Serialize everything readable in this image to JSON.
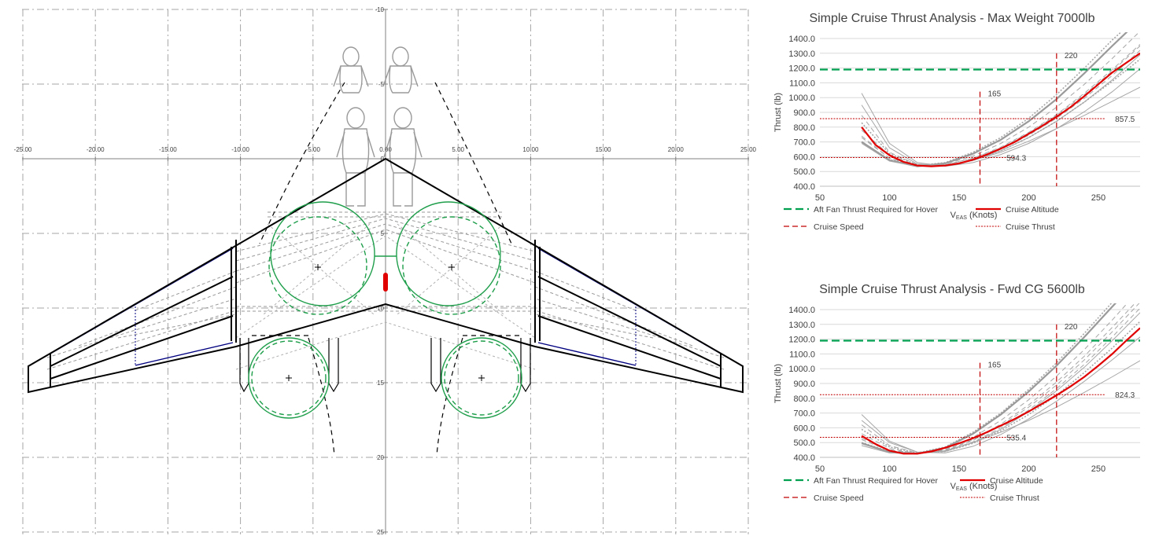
{
  "drawing": {
    "top_axis_ticks": [
      "-25.00",
      "-20.00",
      "-15.00",
      "-10.00",
      "-5.00",
      "0.00",
      "5.00",
      "10.00",
      "15.00",
      "20.00",
      "25.00"
    ],
    "center_axis_ticks": [
      "-10",
      "-5",
      "0",
      "5",
      "10",
      "15",
      "20",
      "25"
    ],
    "colors": {
      "structure": "#000000",
      "fan": "#1e9e4a",
      "hidden": "#9a9a9a",
      "grid": "#a6a6a6",
      "spar": "#000080",
      "nozzle": "#e00000"
    }
  },
  "chart_data": [
    {
      "type": "line",
      "title": "Simple Cruise Thrust Analysis - Max Weight 7000lb",
      "ylabel": "Thrust (lb)",
      "xlabel_main": "V",
      "xlabel_sub": "EAS",
      "xlabel_suffix": " (Knots)",
      "xlim": [
        50,
        280
      ],
      "ylim": [
        400,
        1400
      ],
      "xticks": [
        "50",
        "100",
        "150",
        "200",
        "250"
      ],
      "yticks": [
        "400.0",
        "500.0",
        "600.0",
        "700.0",
        "800.0",
        "900.0",
        "1000.0",
        "1100.0",
        "1200.0",
        "1300.0",
        "1400.0"
      ],
      "hover_thrust": 1190,
      "cruise_speeds": [
        {
          "x": 165,
          "label": "165"
        },
        {
          "x": 220,
          "label": "220"
        }
      ],
      "cruise_thrusts": [
        {
          "y": 594.3,
          "label": "594.3"
        },
        {
          "y": 857.5,
          "label": "857.5"
        }
      ],
      "cruise_altitude_curve": {
        "x": [
          80,
          90,
          100,
          110,
          120,
          130,
          140,
          150,
          160,
          170,
          180,
          190,
          200,
          210,
          220,
          230,
          240,
          250,
          260,
          270,
          280
        ],
        "y": [
          800,
          680,
          610,
          565,
          540,
          535,
          540,
          555,
          580,
          615,
          655,
          700,
          755,
          810,
          870,
          935,
          1010,
          1090,
          1170,
          1235,
          1300
        ]
      },
      "altitude_family": [
        {
          "style": "dotted",
          "x": [
            80,
            100,
            120,
            140,
            160,
            180,
            200,
            220,
            240,
            260,
            280
          ],
          "y": [
            700,
            580,
            540,
            560,
            630,
            730,
            860,
            1020,
            1200,
            1390,
            1560
          ]
        },
        {
          "style": "solid-thick",
          "x": [
            80,
            100,
            120,
            140,
            160,
            180,
            200,
            220,
            240,
            260,
            280
          ],
          "y": [
            700,
            575,
            535,
            555,
            620,
            715,
            840,
            990,
            1165,
            1350,
            1530
          ]
        },
        {
          "style": "dashed",
          "x": [
            80,
            100,
            120,
            140,
            160,
            180,
            200,
            220,
            240,
            260,
            280
          ],
          "y": [
            730,
            590,
            535,
            550,
            605,
            690,
            800,
            935,
            1090,
            1265,
            1450
          ]
        },
        {
          "style": "dashed",
          "x": [
            80,
            100,
            120,
            140,
            160,
            180,
            200,
            220,
            240,
            260,
            280
          ],
          "y": [
            780,
            610,
            540,
            545,
            590,
            660,
            760,
            880,
            1020,
            1180,
            1350
          ]
        },
        {
          "style": "solid",
          "x": [
            80,
            100,
            120,
            140,
            160,
            180,
            200,
            220,
            240,
            260,
            280
          ],
          "y": [
            950,
            660,
            550,
            540,
            575,
            640,
            730,
            840,
            970,
            1120,
            1290
          ]
        },
        {
          "style": "dashed",
          "x": [
            80,
            100,
            120,
            140,
            160,
            180,
            200,
            220,
            240,
            260,
            280
          ],
          "y": [
            880,
            630,
            545,
            540,
            580,
            650,
            745,
            860,
            995,
            1150,
            1320
          ]
        },
        {
          "style": "solid",
          "x": [
            80,
            100,
            120,
            140,
            160,
            180,
            200,
            220,
            240,
            260,
            280
          ],
          "y": [
            1030,
            690,
            560,
            535,
            560,
            615,
            690,
            790,
            905,
            1040,
            1195
          ]
        },
        {
          "style": "solid",
          "x": [
            80,
            100,
            120,
            140,
            160,
            180,
            200,
            220,
            240,
            260,
            280
          ],
          "y": [
            690,
            570,
            535,
            540,
            575,
            630,
            705,
            790,
            880,
            975,
            1070
          ]
        },
        {
          "style": "dotted",
          "x": [
            80,
            100,
            120,
            140,
            160,
            180,
            200,
            220,
            240,
            260,
            280
          ],
          "y": [
            830,
            620,
            545,
            540,
            575,
            640,
            730,
            840,
            970,
            1110,
            1260
          ]
        },
        {
          "style": "dashed",
          "x": [
            80,
            100,
            120,
            140,
            160,
            180,
            200,
            220,
            240,
            260,
            280
          ],
          "y": [
            740,
            590,
            540,
            545,
            590,
            665,
            765,
            885,
            1030,
            1190,
            1360
          ]
        }
      ],
      "legend": [
        {
          "key": "hover",
          "label": "Aft Fan Thrust Required for Hover"
        },
        {
          "key": "altitude",
          "label": "Cruise Altitude"
        },
        {
          "key": "speed",
          "label": "Cruise Speed"
        },
        {
          "key": "thrust",
          "label": "Cruise Thrust"
        }
      ]
    },
    {
      "type": "line",
      "title": "Simple Cruise Thrust Analysis - Fwd CG 5600lb",
      "ylabel": "Thrust (lb)",
      "xlabel_main": "V",
      "xlabel_sub": "EAS",
      "xlabel_suffix": " (Knots)",
      "xlim": [
        50,
        280
      ],
      "ylim": [
        400,
        1400
      ],
      "xticks": [
        "50",
        "100",
        "150",
        "200",
        "250"
      ],
      "yticks": [
        "400.0",
        "500.0",
        "600.0",
        "700.0",
        "800.0",
        "900.0",
        "1000.0",
        "1100.0",
        "1200.0",
        "1300.0",
        "1400.0"
      ],
      "hover_thrust": 1190,
      "cruise_speeds": [
        {
          "x": 165,
          "label": "165"
        },
        {
          "x": 220,
          "label": "220"
        }
      ],
      "cruise_thrusts": [
        {
          "y": 535.4,
          "label": "535.4"
        },
        {
          "y": 824.3,
          "label": "824.3"
        }
      ],
      "cruise_altitude_curve": {
        "x": [
          80,
          90,
          100,
          110,
          120,
          130,
          140,
          150,
          160,
          170,
          180,
          190,
          200,
          210,
          220,
          230,
          240,
          250,
          260,
          270,
          280
        ],
        "y": [
          545,
          490,
          445,
          425,
          425,
          440,
          465,
          495,
          530,
          570,
          615,
          660,
          710,
          765,
          820,
          880,
          945,
          1020,
          1100,
          1190,
          1275
        ]
      },
      "altitude_family": [
        {
          "style": "dotted",
          "x": [
            80,
            100,
            120,
            140,
            160,
            180,
            200,
            220,
            240,
            260,
            280
          ],
          "y": [
            500,
            440,
            430,
            470,
            570,
            700,
            860,
            1040,
            1240,
            1450,
            1650
          ]
        },
        {
          "style": "solid-thick",
          "x": [
            80,
            100,
            120,
            140,
            160,
            180,
            200,
            220,
            240,
            260,
            280
          ],
          "y": [
            495,
            435,
            425,
            465,
            560,
            690,
            845,
            1020,
            1215,
            1420,
            1620
          ]
        },
        {
          "style": "dashed",
          "x": [
            80,
            100,
            120,
            140,
            160,
            180,
            200,
            220,
            240,
            260,
            280
          ],
          "y": [
            520,
            445,
            425,
            455,
            535,
            650,
            790,
            950,
            1130,
            1330,
            1540
          ]
        },
        {
          "style": "dashed",
          "x": [
            80,
            100,
            120,
            140,
            160,
            180,
            200,
            220,
            240,
            260,
            280
          ],
          "y": [
            560,
            460,
            425,
            445,
            515,
            615,
            740,
            890,
            1060,
            1250,
            1450
          ]
        },
        {
          "style": "solid",
          "x": [
            80,
            100,
            120,
            140,
            160,
            180,
            200,
            220,
            240,
            260,
            280
          ],
          "y": [
            690,
            510,
            435,
            440,
            500,
            590,
            710,
            850,
            1010,
            1190,
            1380
          ]
        },
        {
          "style": "dashed",
          "x": [
            80,
            100,
            120,
            140,
            160,
            180,
            200,
            220,
            240,
            260,
            280
          ],
          "y": [
            620,
            480,
            430,
            440,
            505,
            600,
            720,
            865,
            1030,
            1215,
            1410
          ]
        },
        {
          "style": "solid",
          "x": [
            80,
            100,
            120,
            140,
            160,
            180,
            200,
            220,
            240,
            260,
            280
          ],
          "y": [
            650,
            500,
            435,
            430,
            475,
            555,
            660,
            780,
            915,
            1060,
            1215
          ]
        },
        {
          "style": "solid",
          "x": [
            80,
            100,
            120,
            140,
            160,
            180,
            200,
            220,
            240,
            260,
            280
          ],
          "y": [
            480,
            430,
            425,
            445,
            500,
            570,
            650,
            740,
            840,
            945,
            1055
          ]
        },
        {
          "style": "dotted",
          "x": [
            80,
            100,
            120,
            140,
            160,
            180,
            200,
            220,
            240,
            260,
            280
          ],
          "y": [
            590,
            470,
            430,
            440,
            495,
            580,
            690,
            820,
            975,
            1140,
            1320
          ]
        },
        {
          "style": "dashed",
          "x": [
            80,
            100,
            120,
            140,
            160,
            180,
            200,
            220,
            240,
            260,
            280
          ],
          "y": [
            530,
            450,
            428,
            450,
            520,
            625,
            755,
            910,
            1085,
            1280,
            1480
          ]
        }
      ],
      "legend": [
        {
          "key": "hover",
          "label": "Aft Fan Thrust Required for Hover"
        },
        {
          "key": "altitude",
          "label": "Cruise Altitude"
        },
        {
          "key": "speed",
          "label": "Cruise Speed"
        },
        {
          "key": "thrust",
          "label": "Cruise Thrust"
        }
      ]
    }
  ]
}
